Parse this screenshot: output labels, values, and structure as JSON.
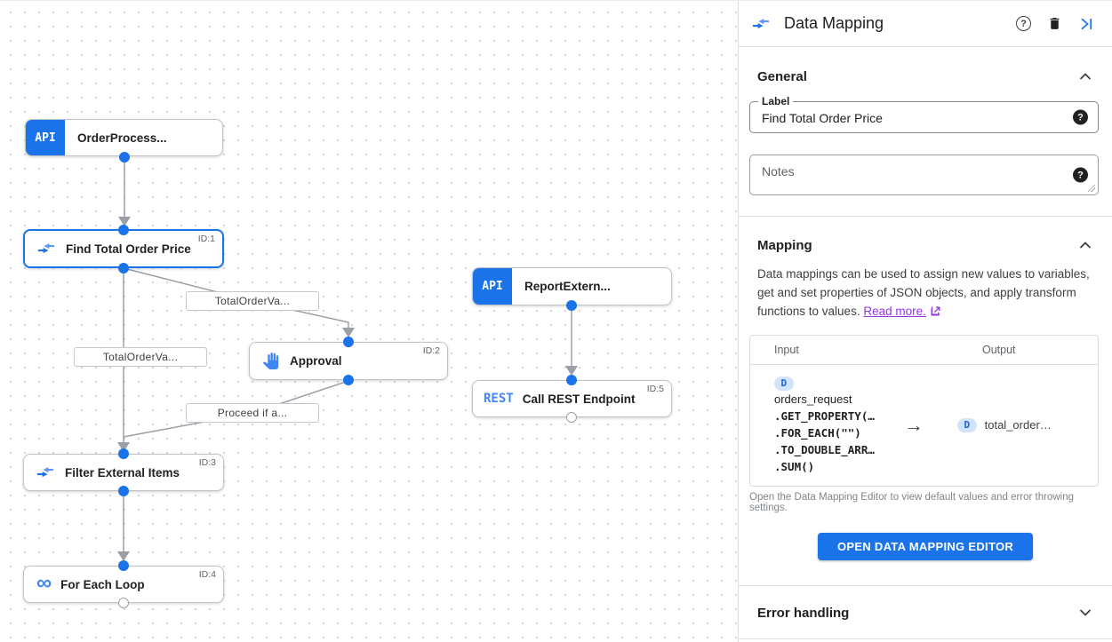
{
  "colors": {
    "accent": "#1a73e8",
    "rest_blue": "#4285f4",
    "link_purple": "#9334e6",
    "edge_gray": "#9aa0a6",
    "badge_bg": "#d2e3fc",
    "badge_text": "#1967d2"
  },
  "icons": {
    "infinity": "∞",
    "arrow_right": "→",
    "help": "?"
  },
  "canvas": {
    "nodes": [
      {
        "type_label": "API",
        "label": "OrderProcess..."
      },
      {
        "label": "Find Total Order Price",
        "badge": "ID:1"
      },
      {
        "label": "Approval",
        "badge": "ID:2"
      },
      {
        "label": "Filter External Items",
        "badge": "ID:3"
      },
      {
        "label": "For Each Loop",
        "badge": "ID:4"
      },
      {
        "type_label": "API",
        "label": "ReportExtern..."
      },
      {
        "type_label": "REST",
        "label": "Call REST Endpoint",
        "badge": "ID:5"
      }
    ],
    "edge_labels": [
      "TotalOrderVa...",
      "TotalOrderVa...",
      "Proceed if a..."
    ]
  },
  "panel": {
    "title": "Data Mapping",
    "general": {
      "title": "General",
      "label_field": {
        "label": "Label",
        "value": "Find Total Order Price"
      },
      "notes_field": {
        "placeholder": "Notes"
      }
    },
    "mapping": {
      "title": "Mapping",
      "description": "Data mappings can be used to assign new values to variables, get and set properties of JSON objects, and apply transform functions to values.",
      "link_text": "Read more.",
      "table": {
        "input_header": "Input",
        "output_header": "Output",
        "input_badge": "D",
        "input_var": "orders_request",
        "input_lines": [
          ".GET_PROPERTY(…",
          ".FOR_EACH(\"\")",
          ".TO_DOUBLE_ARR…",
          ".SUM()"
        ],
        "output_badge": "D",
        "output_value": "total_order…"
      },
      "caption": "Open the Data Mapping Editor to view default values and error throwing settings.",
      "button_label": "OPEN DATA MAPPING EDITOR"
    },
    "error_handling": {
      "title": "Error handling"
    }
  }
}
